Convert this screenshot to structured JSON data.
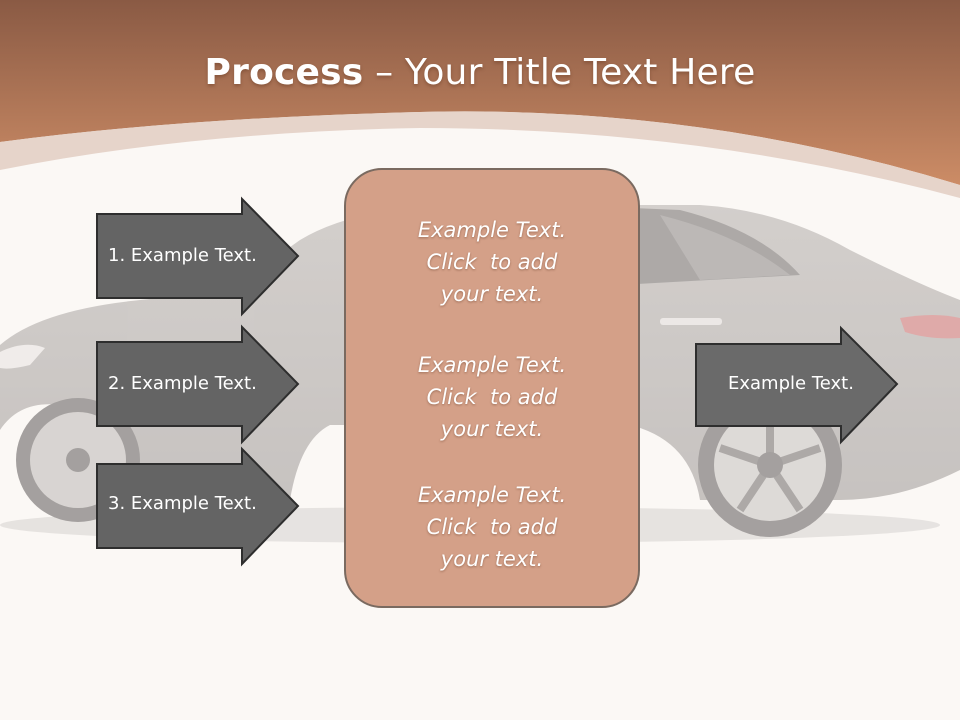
{
  "title": {
    "bold": "Process",
    "rest": " – Your Title Text Here"
  },
  "colors": {
    "header_top": "#8b5a43",
    "header_bottom": "#c98862",
    "arrow_fill": "#646464",
    "box_fill": "#d4a088",
    "box_border": "#7a6a60",
    "background": "#fbf8f5"
  },
  "left_arrows": [
    {
      "label": "1. Example Text."
    },
    {
      "label": "2. Example Text."
    },
    {
      "label": "3. Example Text."
    }
  ],
  "right_arrow": {
    "label": "Example Text."
  },
  "center_box": {
    "blocks": [
      {
        "line1": "Example Text.",
        "line2": "Click  to add",
        "line3": "your text."
      },
      {
        "line1": "Example Text.",
        "line2": "Click  to add",
        "line3": "your text."
      },
      {
        "line1": "Example Text.",
        "line2": "Click  to add",
        "line3": "your text."
      }
    ]
  },
  "background_image": {
    "icon": "car-image"
  }
}
